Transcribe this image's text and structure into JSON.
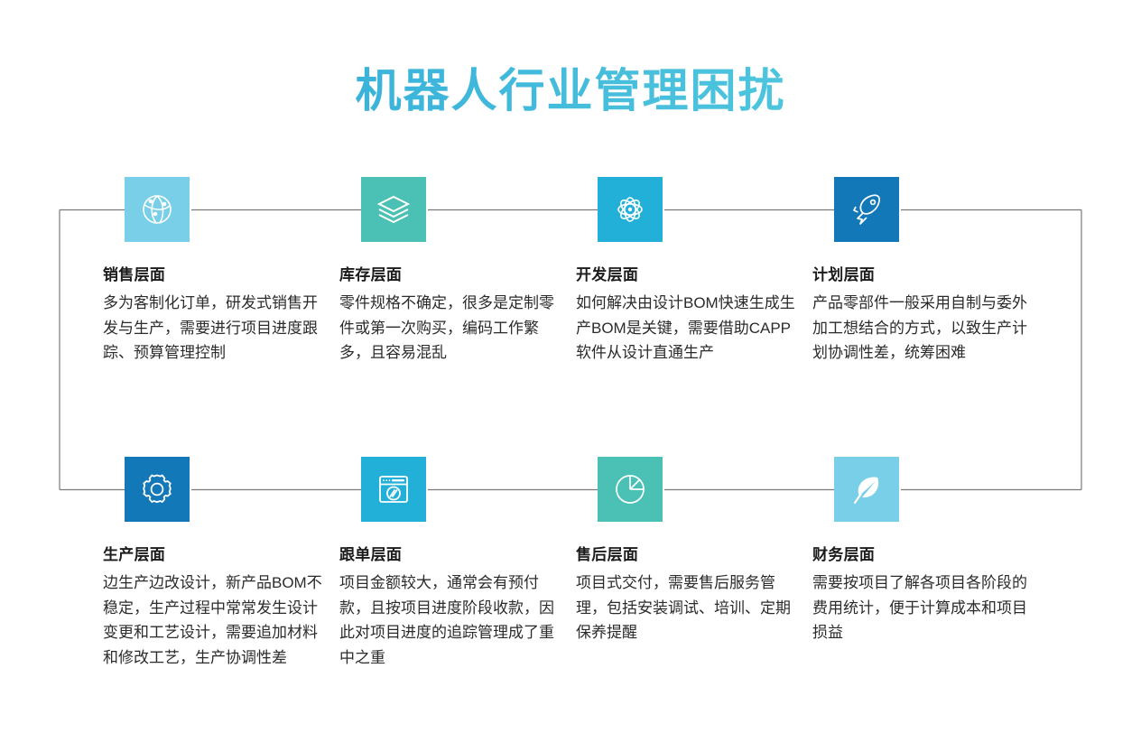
{
  "header": {
    "title": "机器人行业管理困扰",
    "title_gradient_from": "#2aa4d8",
    "title_gradient_to": "#5ed4e0"
  },
  "theme": {
    "connector_color": "#7a7a7a",
    "text_color": "#2b2b2b",
    "title_color": "#1b1b1b",
    "background": "#ffffff"
  },
  "cards": [
    {
      "id": "sales",
      "icon": "network-globe-icon",
      "icon_bg": "#79cfe8",
      "title": "销售层面",
      "body": "多为客制化订单，研发式销售开发与生产，需要进行项目进度跟踪、预算管理控制"
    },
    {
      "id": "inventory",
      "icon": "layers-stack-icon",
      "icon_bg": "#4bc0b4",
      "title": "库存层面",
      "body": "零件规格不确定，很多是定制零件或第一次购买，编码工作繁多，且容易混乱"
    },
    {
      "id": "development",
      "icon": "atom-icon",
      "icon_bg": "#22afd8",
      "title": "开发层面",
      "body": "如何解决由设计BOM快速生成生产BOM是关键，需要借助CAPP软件从设计直通生产"
    },
    {
      "id": "planning",
      "icon": "rocket-icon",
      "icon_bg": "#1278b8",
      "title": "计划层面",
      "body": "产品零部件一般采用自制与委外加工想结合的方式，以致生产计划协调性差，统筹困难"
    },
    {
      "id": "production",
      "icon": "gear-icon",
      "icon_bg": "#1278b8",
      "title": "生产层面",
      "body": "边生产边改设计，新产品BOM不稳定，生产过程中常常发生设计变更和工艺设计，需要追加材料和修改工艺，生产协调性差"
    },
    {
      "id": "order-tracking",
      "icon": "browser-compass-icon",
      "icon_bg": "#22afd8",
      "title": "跟单层面",
      "body": "项目金额较大，通常会有预付款，且按项目进度阶段收款，因此对项目进度的追踪管理成了重中之重"
    },
    {
      "id": "after-sales",
      "icon": "pie-chart-icon",
      "icon_bg": "#4bc0b4",
      "title": "售后层面",
      "body": "项目式交付，需要售后服务管理，包括安装调试、培训、定期保养提醒"
    },
    {
      "id": "finance",
      "icon": "feather-icon",
      "icon_bg": "#79cfe8",
      "title": "财务层面",
      "body": "需要按项目了解各项目各阶段的费用统计，便于计算成本和项目损益"
    }
  ]
}
